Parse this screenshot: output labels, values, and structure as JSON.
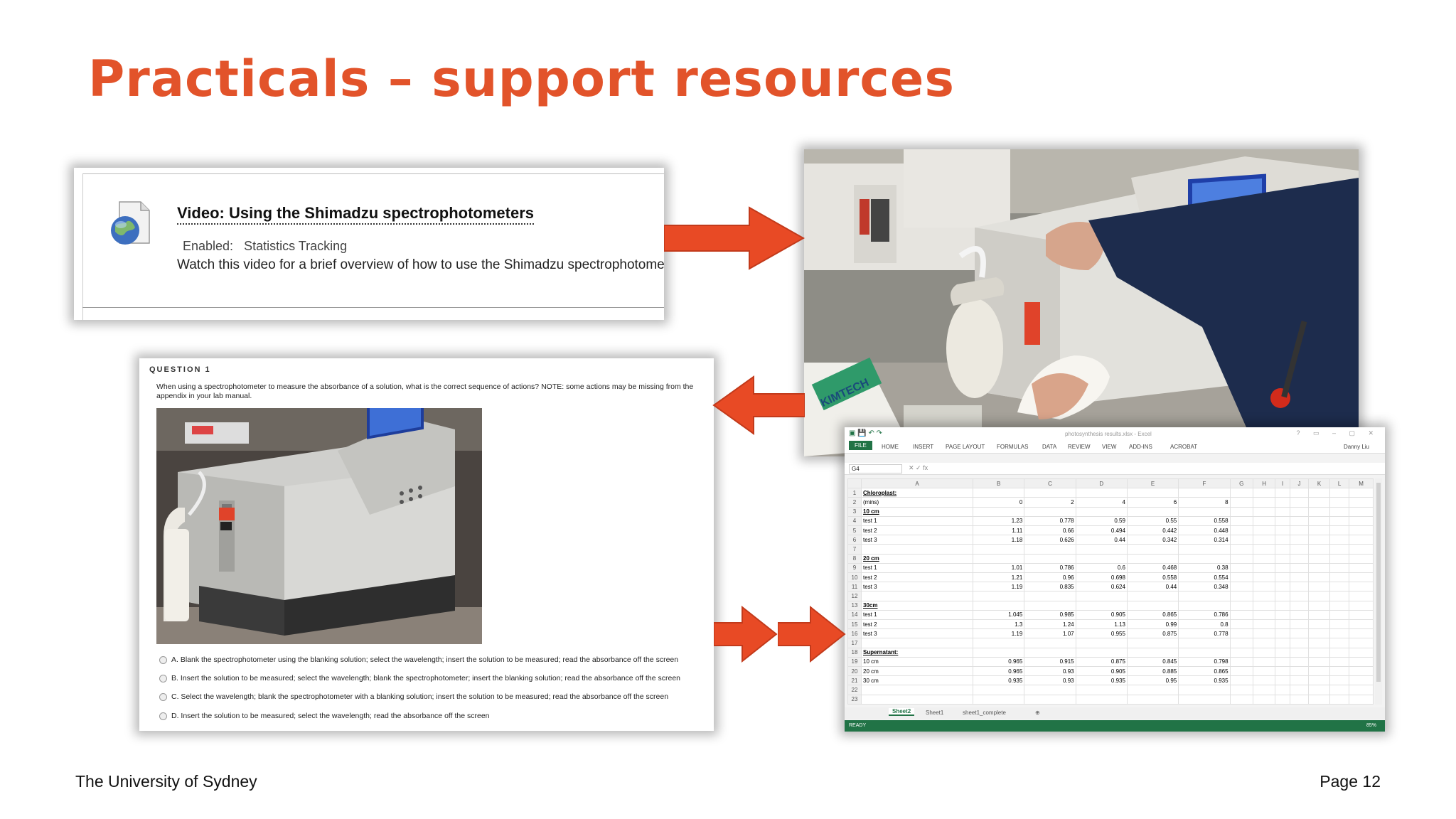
{
  "slide": {
    "title": "Practicals – support resources",
    "footer_left": "The University of Sydney",
    "footer_right": "Page 12",
    "accent_color": "#e2532a",
    "arrow_color": "#e84a25"
  },
  "video_link": {
    "icon": "document-globe-icon",
    "title": "Video: Using the Shimadzu spectrophotometers",
    "enabled_label": "Enabled:",
    "enabled_value": "Statistics Tracking",
    "description": "Watch this video for a brief overview of how to use the Shimadzu spectrophotometers"
  },
  "question": {
    "heading": "QUESTION 1",
    "text": "When using a spectrophotometer to measure the absorbance of a solution, what is the correct sequence of actions? NOTE: some actions may be missing from the appendix in your lab manual.",
    "options": [
      "A. Blank the spectrophotometer using the blanking solution; select the wavelength; insert the solution to be measured; read the absorbance off the screen",
      "B. Insert the solution to be measured; select the wavelength; blank the spectrophotometer; insert the blanking solution; read the absorbance off the screen",
      "C. Select the wavelength; blank the spectrophotometer with a blanking solution; insert the solution to be measured; read the absorbance off the screen",
      "D. Insert the solution to be measured; select the wavelength; read the absorbance off the screen"
    ]
  },
  "lab_video": {
    "box_label": "KIMTECH"
  },
  "excel": {
    "window_title": "photosynthesis results.xlsx - Excel",
    "tabs": [
      "FILE",
      "HOME",
      "INSERT",
      "PAGE LAYOUT",
      "FORMULAS",
      "DATA",
      "REVIEW",
      "VIEW",
      "ADD-INS",
      "ACROBAT"
    ],
    "user": "Danny Liu",
    "name_box": "G4",
    "columns": [
      "A",
      "B",
      "C",
      "D",
      "E",
      "F",
      "G",
      "H",
      "I",
      "J",
      "K",
      "L",
      "M"
    ],
    "rows": [
      [
        "Chloroplast:",
        "",
        "",
        "",
        "",
        ""
      ],
      [
        "(mins)",
        "0",
        "2",
        "4",
        "6",
        "8"
      ],
      [
        "10 cm",
        "",
        "",
        "",
        "",
        ""
      ],
      [
        "test 1",
        "1.23",
        "0.778",
        "0.59",
        "0.55",
        "0.558"
      ],
      [
        "test 2",
        "1.11",
        "0.66",
        "0.494",
        "0.442",
        "0.448"
      ],
      [
        "test 3",
        "1.18",
        "0.626",
        "0.44",
        "0.342",
        "0.314"
      ],
      [
        "",
        "",
        "",
        "",
        "",
        ""
      ],
      [
        "20 cm",
        "",
        "",
        "",
        "",
        ""
      ],
      [
        "test 1",
        "1.01",
        "0.786",
        "0.6",
        "0.468",
        "0.38"
      ],
      [
        "test 2",
        "1.21",
        "0.96",
        "0.698",
        "0.558",
        "0.554"
      ],
      [
        "test 3",
        "1.19",
        "0.835",
        "0.624",
        "0.44",
        "0.348"
      ],
      [
        "",
        "",
        "",
        "",
        "",
        ""
      ],
      [
        "30cm",
        "",
        "",
        "",
        "",
        ""
      ],
      [
        "test 1",
        "1.045",
        "0.985",
        "0.905",
        "0.865",
        "0.786"
      ],
      [
        "test 2",
        "1.3",
        "1.24",
        "1.13",
        "0.99",
        "0.8"
      ],
      [
        "test 3",
        "1.19",
        "1.07",
        "0.955",
        "0.875",
        "0.778"
      ],
      [
        "",
        "",
        "",
        "",
        "",
        ""
      ],
      [
        "Supernatant:",
        "",
        "",
        "",
        "",
        ""
      ],
      [
        "10 cm",
        "0.965",
        "0.915",
        "0.875",
        "0.845",
        "0.798"
      ],
      [
        "20 cm",
        "0.965",
        "0.93",
        "0.905",
        "0.885",
        "0.865"
      ],
      [
        "30 cm",
        "0.935",
        "0.93",
        "0.935",
        "0.95",
        "0.935"
      ],
      [
        "",
        "",
        "",
        "",
        "",
        ""
      ],
      [
        "",
        "",
        "",
        "",
        "",
        ""
      ]
    ],
    "bold_rows": [
      1,
      3,
      8,
      13,
      18
    ],
    "sheets": [
      "Sheet2",
      "Sheet1",
      "sheet1_complete"
    ],
    "status": "READY",
    "zoom": "85%"
  }
}
